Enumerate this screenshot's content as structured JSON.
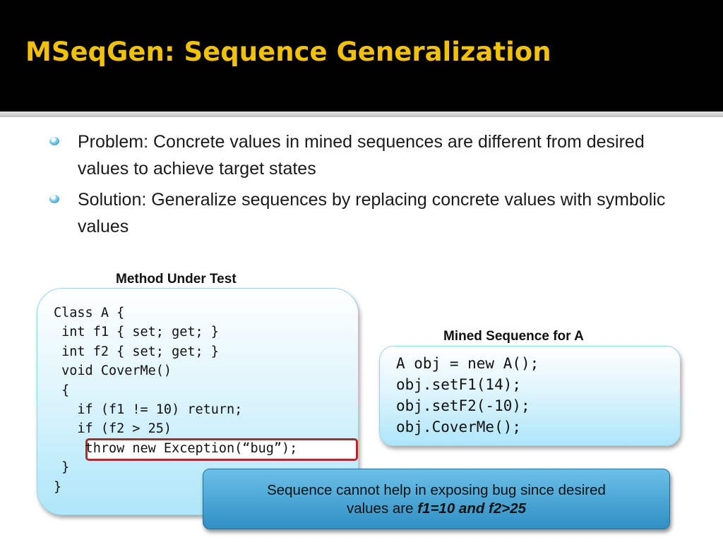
{
  "slide": {
    "title": "MSeqGen: Sequence Generalization",
    "bullets": [
      "Problem: Concrete values in mined sequences are different from desired values to achieve target states",
      "Solution: Generalize sequences by replacing concrete values with symbolic values"
    ]
  },
  "method_under_test": {
    "label": "Method Under Test",
    "code_lines": [
      "Class A {",
      " int f1 { set; get; }",
      " int f2 { set; get; }",
      " void CoverMe()",
      " {",
      "   if (f1 != 10) return;",
      "   if (f2 > 25)",
      "    throw new Exception(“bug”);",
      " }",
      "}"
    ]
  },
  "mined_sequence": {
    "label": "Mined Sequence for A",
    "code_lines": [
      "A obj = new A();",
      "obj.setF1(14);",
      "obj.setF2(-10);",
      "obj.CoverMe();"
    ]
  },
  "callout": {
    "text_line1": "Sequence cannot help in exposing bug since desired",
    "text_line2_prefix": "values are ",
    "text_line2_emphasis": "f1=10 and f2>25"
  },
  "colors": {
    "title": "#f2c200",
    "title_background": "#000000",
    "highlight_border": "#b3282d",
    "callout_fill": "#3a9bd0"
  }
}
